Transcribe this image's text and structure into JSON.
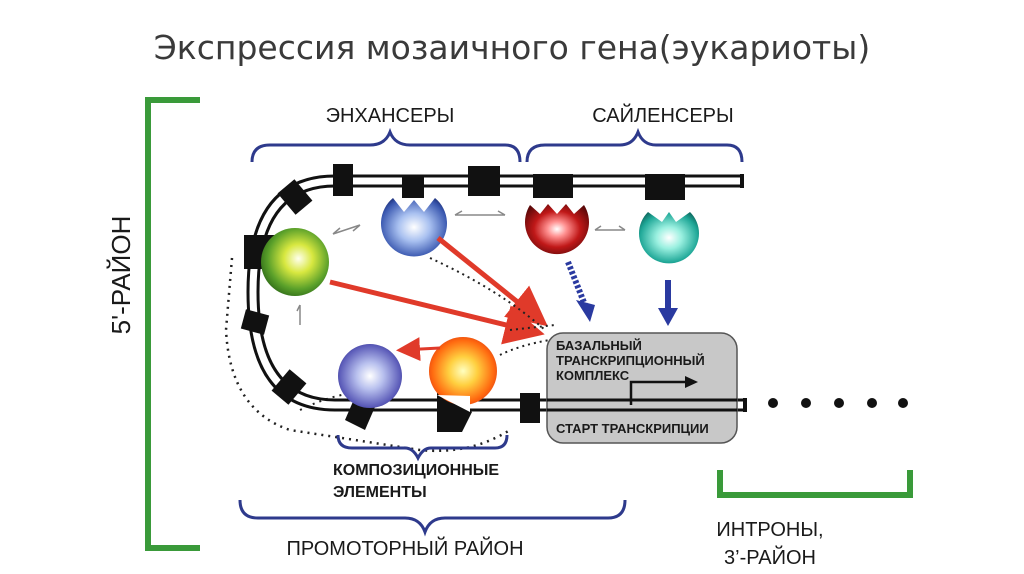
{
  "title": "Экспрессия мозаичного гена(эукариоты)",
  "labels": {
    "enhancers": "ЭНХАНСЕРЫ",
    "silencers": "САЙЛЕНСЕРЫ",
    "five_prime_region": "5'-РАЙОН",
    "basal_line1": "БАЗАЛЬНЫЙ",
    "basal_line2": "ТРАНСКРИПЦИОННЫЙ",
    "basal_line3": "КОМПЛЕКС",
    "start": "СТАРТ ТРАНСКРИПЦИИ",
    "composition_line1": "КОМПОЗИЦИОННЫЕ",
    "composition_line2": "ЭЛЕМЕНТЫ",
    "promoter": "ПРОМОТОРНЫЙ РАЙОН",
    "introns_line1": "ИНТРОНЫ,",
    "introns_line2": "3’-РАЙОН"
  },
  "colors": {
    "bracket_green": "#3a9a3a",
    "brace_navy": "#2e3a8c",
    "arrow_red": "#e03a2a",
    "arrow_blue": "#2a3aa0",
    "complex_fill": "#c8c8c8"
  }
}
